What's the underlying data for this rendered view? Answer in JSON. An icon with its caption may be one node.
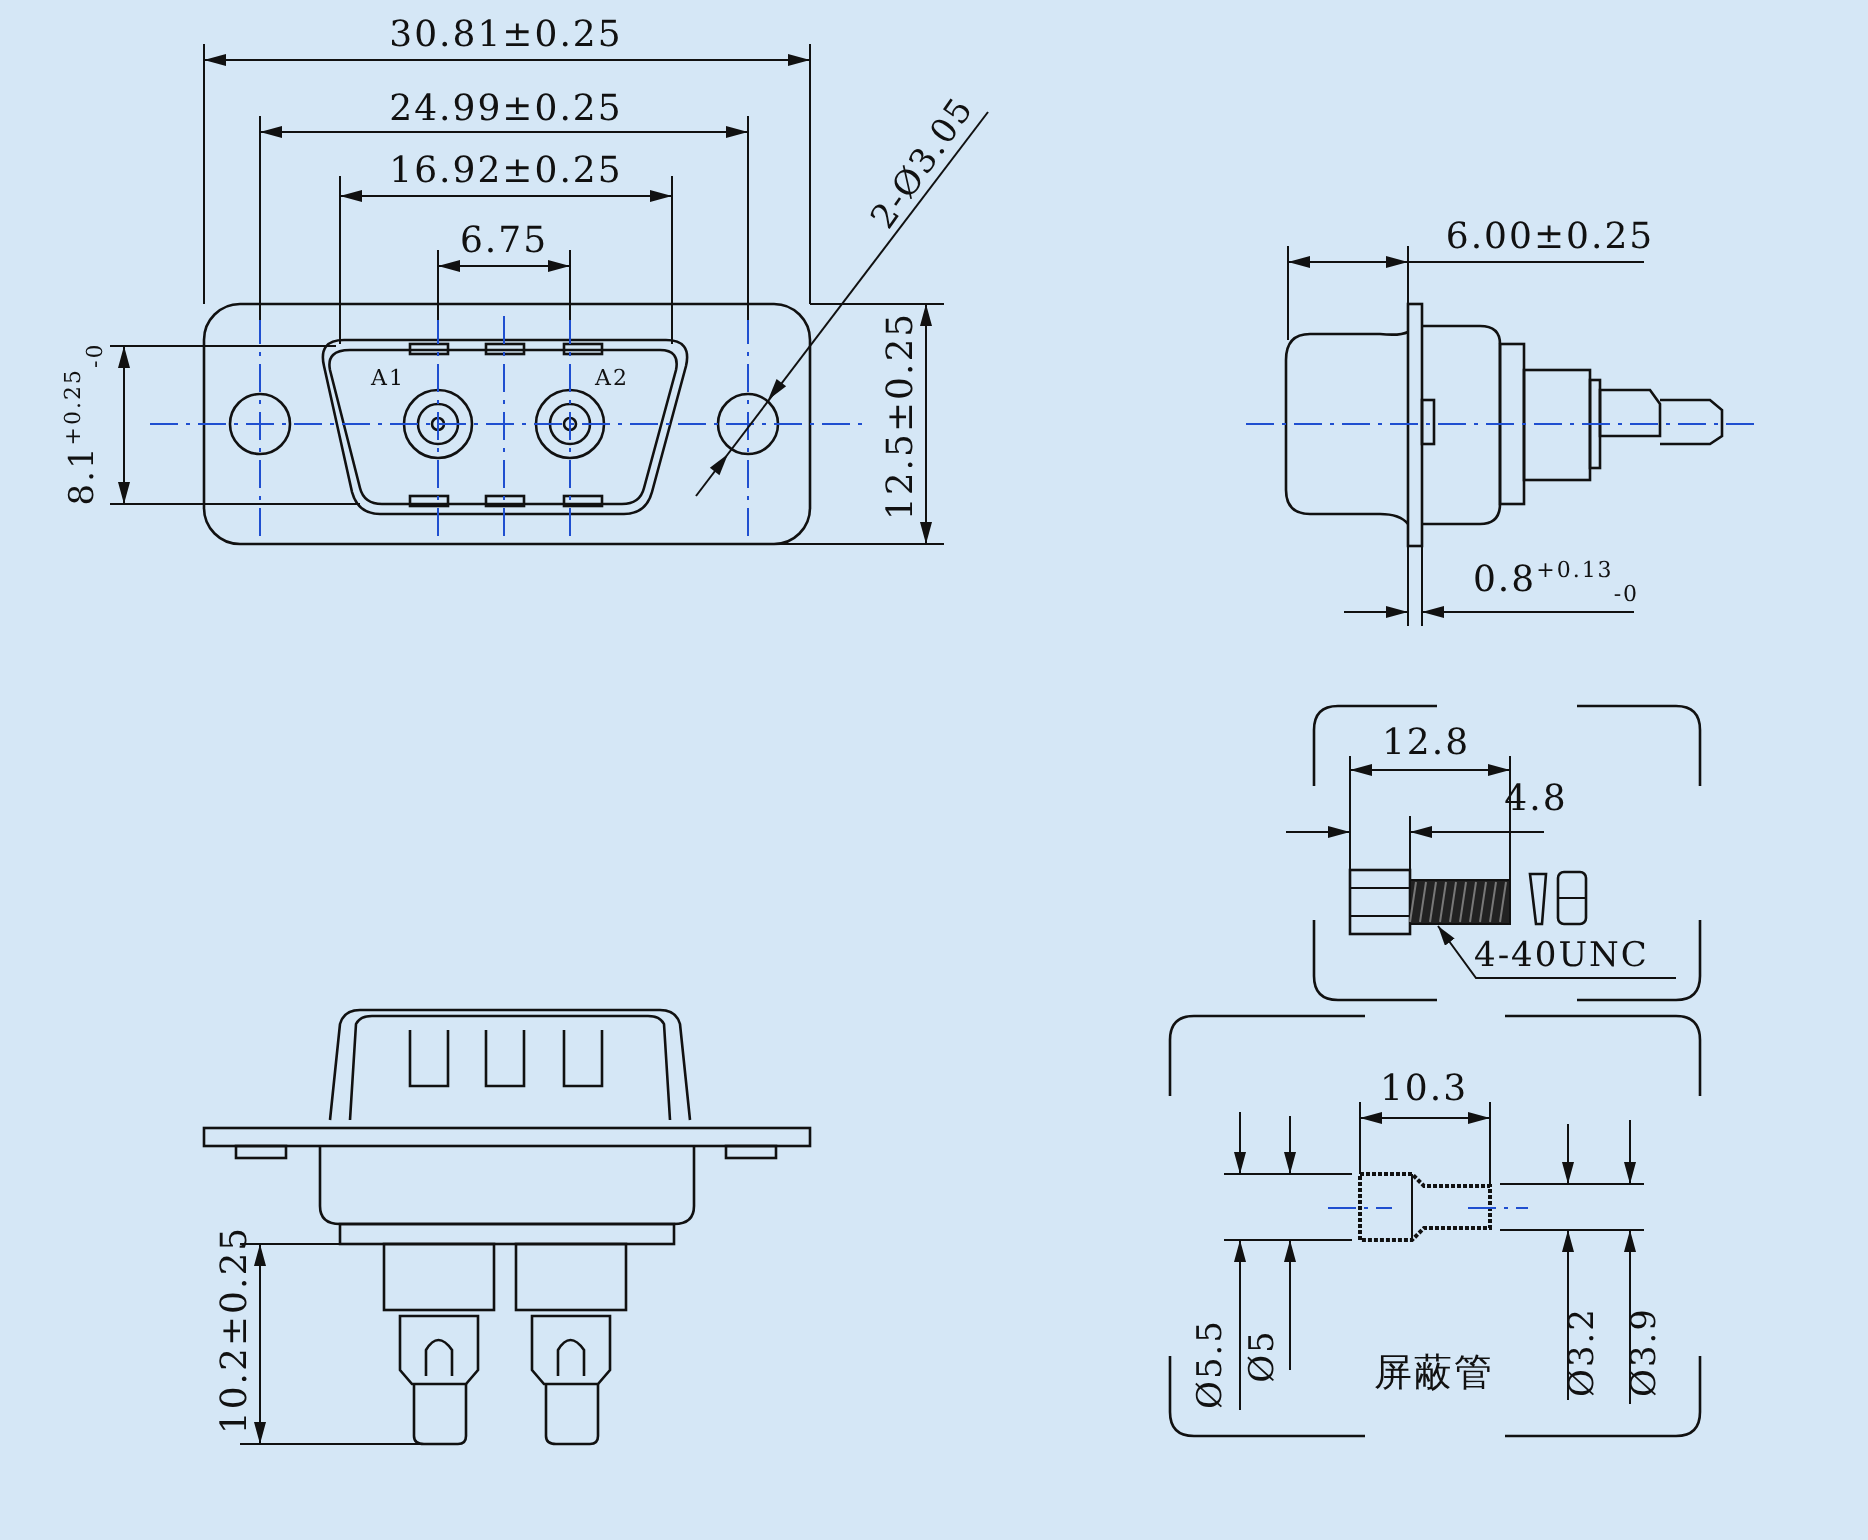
{
  "diagram": {
    "nodes": [
      {
        "text": [
          "4-40UNC"
        ]
      },
      {
        "text": [],
        "shape": "picture"
      }
    ],
    "edges": [
      {
        "from": 0,
        "to": 1,
        "arrow": "to"
      }
    ],
    "labels": [
      "30.81±0.25",
      "24.99±0.25",
      "16.92±0.25",
      "2-Ø3.05",
      "6.75",
      "A1",
      "A2",
      "8.1$^{+0.25}$$_{-0}$",
      "12.5±0.25",
      "6.00±0.25",
      "0.8$^{+0.13}$$_{-0}$",
      "12.8",
      "4.8",
      "10.3",
      "Ø5.5",
      "Ø5",
      "屏蔽管",
      "Ø3.2",
      "Ø3.9",
      "10.2±0.25"
    ]
  }
}
